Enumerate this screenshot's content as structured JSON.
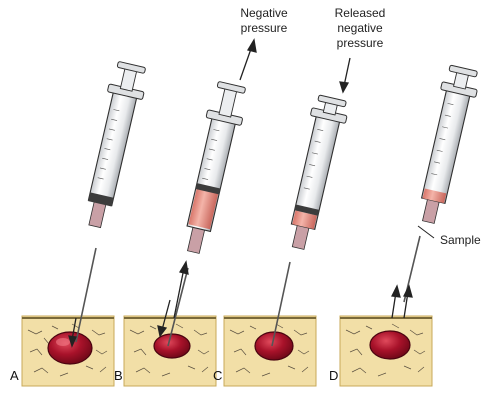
{
  "annotations": {
    "negative_pressure": [
      "Negative",
      "pressure"
    ],
    "released_negative_pressure": [
      "Released",
      "negative",
      "pressure"
    ],
    "sample": "Sample"
  },
  "panels": [
    {
      "letter": "A",
      "barrel_fill": "empty",
      "arrows": [
        "down"
      ]
    },
    {
      "letter": "B",
      "barrel_fill": "full",
      "arrows": [
        "up",
        "down"
      ]
    },
    {
      "letter": "C",
      "barrel_fill": "partial",
      "arrows": []
    },
    {
      "letter": "D",
      "barrel_fill": "tip",
      "arrows": [
        "up",
        "up"
      ]
    }
  ],
  "colors": {
    "tissue": "#f2dfa7",
    "tissue_edge": "#c8aa58",
    "lesion": "#a8122a",
    "blood_sample": "#e9998e",
    "syringe_outline": "#303030"
  }
}
